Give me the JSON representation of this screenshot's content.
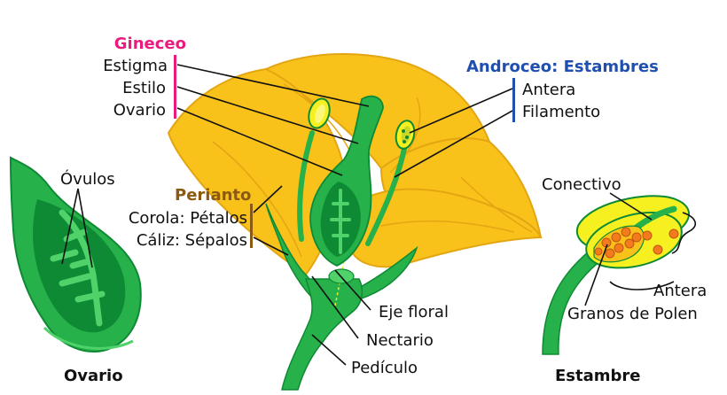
{
  "colors": {
    "gineceo": "#ea1a7f",
    "androceo": "#1f4fb0",
    "perianto": "#8a5a12",
    "petal": "#f8c21b",
    "petal_dark": "#e4a512",
    "green": "#26b14a",
    "green_dark": "#0f8a34",
    "green_light": "#4fd26a",
    "anther_yellow": "#f6f021",
    "pollen": "#f37a1d"
  },
  "groups": {
    "gineceo": {
      "title": "Gineceo",
      "items": [
        "Estigma",
        "Estilo",
        "Ovario"
      ]
    },
    "androceo": {
      "title": "Androceo: Estambres",
      "items": [
        "Antera",
        "Filamento"
      ]
    },
    "perianto": {
      "title": "Perianto",
      "items": [
        "Corola: Pétalos",
        "Cáliz: Sépalos"
      ]
    }
  },
  "labels": {
    "ovulos": "Óvulos",
    "eje_floral": "Eje floral",
    "nectario": "Nectario",
    "pediculo": "Pedículo",
    "conectivo": "Conectivo",
    "antera": "Antera",
    "granos_polen": "Granos de Polen"
  },
  "captions": {
    "ovario": "Ovario",
    "estambre": "Estambre"
  },
  "icons": {
    "flower": "flower-cross-section-icon",
    "ovary": "ovary-section-icon",
    "stamen": "stamen-detail-icon"
  }
}
